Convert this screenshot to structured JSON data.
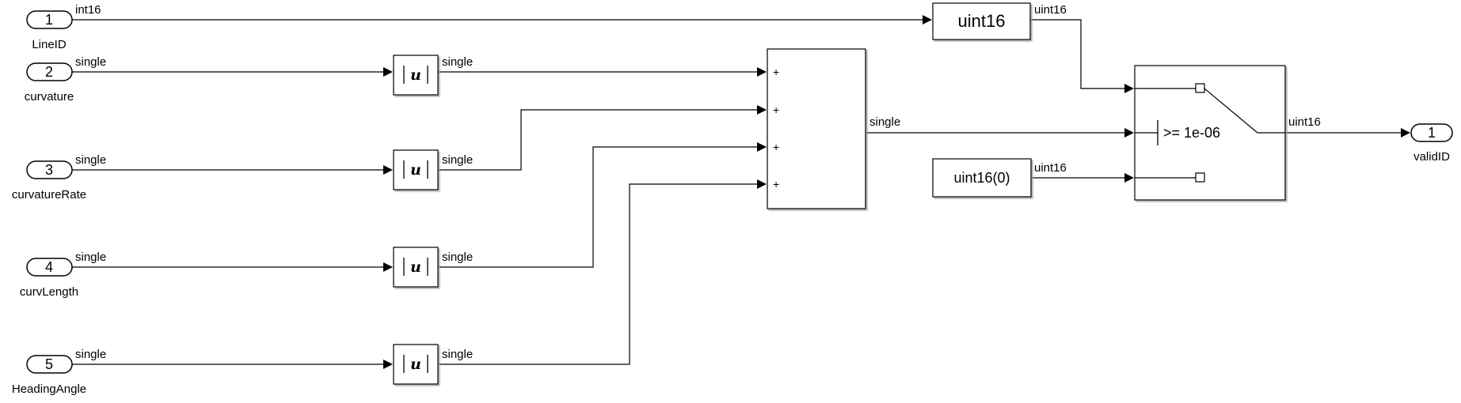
{
  "inports": [
    {
      "number": "1",
      "name": "LineID",
      "signal": "int16"
    },
    {
      "number": "2",
      "name": "curvature",
      "signal": "single"
    },
    {
      "number": "3",
      "name": "curvatureRate",
      "signal": "single"
    },
    {
      "number": "4",
      "name": "curvLength",
      "signal": "single"
    },
    {
      "number": "5",
      "name": "HeadingAngle",
      "signal": "single"
    }
  ],
  "abs_blocks": [
    {
      "symbol": "u",
      "out_signal": "single"
    },
    {
      "symbol": "u",
      "out_signal": "single"
    },
    {
      "symbol": "u",
      "out_signal": "single"
    },
    {
      "symbol": "u",
      "out_signal": "single"
    }
  ],
  "sum_block": {
    "signs": [
      "+",
      "+",
      "+",
      "+"
    ],
    "out_signal": "single"
  },
  "convert_block": {
    "label": "uint16",
    "out_signal": "uint16"
  },
  "constant_block": {
    "label": "uint16(0)",
    "out_signal": "uint16"
  },
  "switch_block": {
    "threshold_label": ">= 1e-06",
    "out_signal": "uint16"
  },
  "outport": {
    "number": "1",
    "name": "validID"
  }
}
